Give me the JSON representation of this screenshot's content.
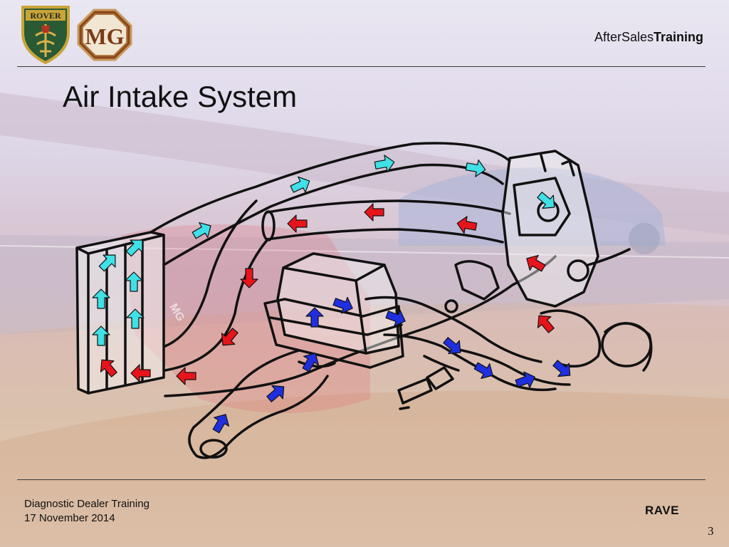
{
  "header": {
    "rover_logo_text": "ROVER",
    "mg_logo_text": "MG",
    "brand_regular": "AfterSales",
    "brand_bold": "Training"
  },
  "slide": {
    "title": "Air Intake System"
  },
  "diagram": {
    "car_badge_text": "MG",
    "arrow_colors": {
      "cool_air": "#3fe0e6",
      "hot_air": "#e8141c",
      "intake_air": "#1f2fe0"
    }
  },
  "footer": {
    "line1": "Diagnostic Dealer Training",
    "line2": "17 November 2014",
    "rave": "RAVE",
    "page_number": "3"
  }
}
